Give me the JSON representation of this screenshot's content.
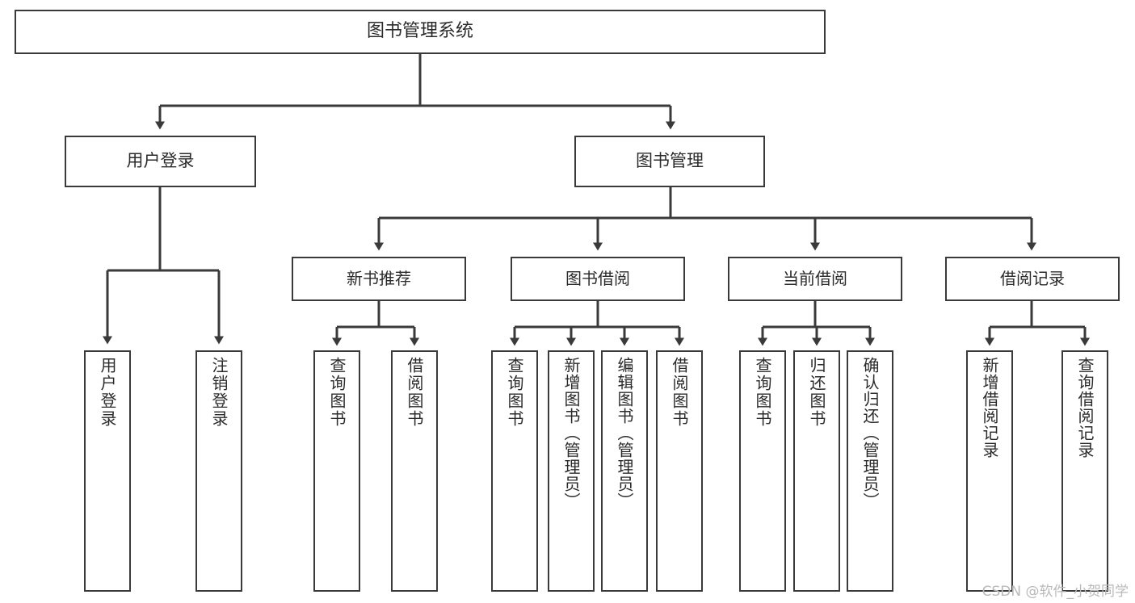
{
  "diagram": {
    "type": "tree-hierarchy",
    "title": "图书管理系统",
    "orientation": "top-down",
    "colors": {
      "background": "#ffffff",
      "box_border": "#3a3a3a",
      "connector": "#3a3a3a",
      "text": "#2b2b2b",
      "watermark": "#b9b9b9"
    },
    "nodes": {
      "root": {
        "label": "图书管理系统"
      },
      "level2": [
        {
          "id": "user-login",
          "label": "用户登录"
        },
        {
          "id": "book-manage",
          "label": "图书管理"
        }
      ],
      "level3": [
        {
          "id": "new-book-recommend",
          "label": "新书推荐"
        },
        {
          "id": "book-borrow",
          "label": "图书借阅"
        },
        {
          "id": "current-borrow",
          "label": "当前借阅"
        },
        {
          "id": "borrow-record",
          "label": "借阅记录"
        }
      ],
      "leaves": [
        {
          "id": "leaf-user-login",
          "label": "用户登录",
          "parent": "user-login"
        },
        {
          "id": "leaf-logout-login",
          "label": "注销登录",
          "parent": "user-login"
        },
        {
          "id": "leaf-query-book-1",
          "label": "查询图书",
          "parent": "new-book-recommend"
        },
        {
          "id": "leaf-borrow-book-1",
          "label": "借阅图书",
          "parent": "new-book-recommend"
        },
        {
          "id": "leaf-query-book-2",
          "label": "查询图书",
          "parent": "book-borrow"
        },
        {
          "id": "leaf-add-book",
          "label": "新增图书（管理员）",
          "parent": "book-borrow"
        },
        {
          "id": "leaf-edit-book",
          "label": "编辑图书（管理员）",
          "parent": "book-borrow"
        },
        {
          "id": "leaf-borrow-book-2",
          "label": "借阅图书",
          "parent": "book-borrow"
        },
        {
          "id": "leaf-query-book-3",
          "label": "查询图书",
          "parent": "current-borrow"
        },
        {
          "id": "leaf-return-book",
          "label": "归还图书",
          "parent": "current-borrow"
        },
        {
          "id": "leaf-confirm-return",
          "label": "确认归还（管理员）",
          "parent": "current-borrow"
        },
        {
          "id": "leaf-add-record",
          "label": "新增借阅记录",
          "parent": "borrow-record"
        },
        {
          "id": "leaf-query-record",
          "label": "查询借阅记录",
          "parent": "borrow-record"
        }
      ]
    },
    "watermark": "CSDN @软件_小贺同学"
  }
}
